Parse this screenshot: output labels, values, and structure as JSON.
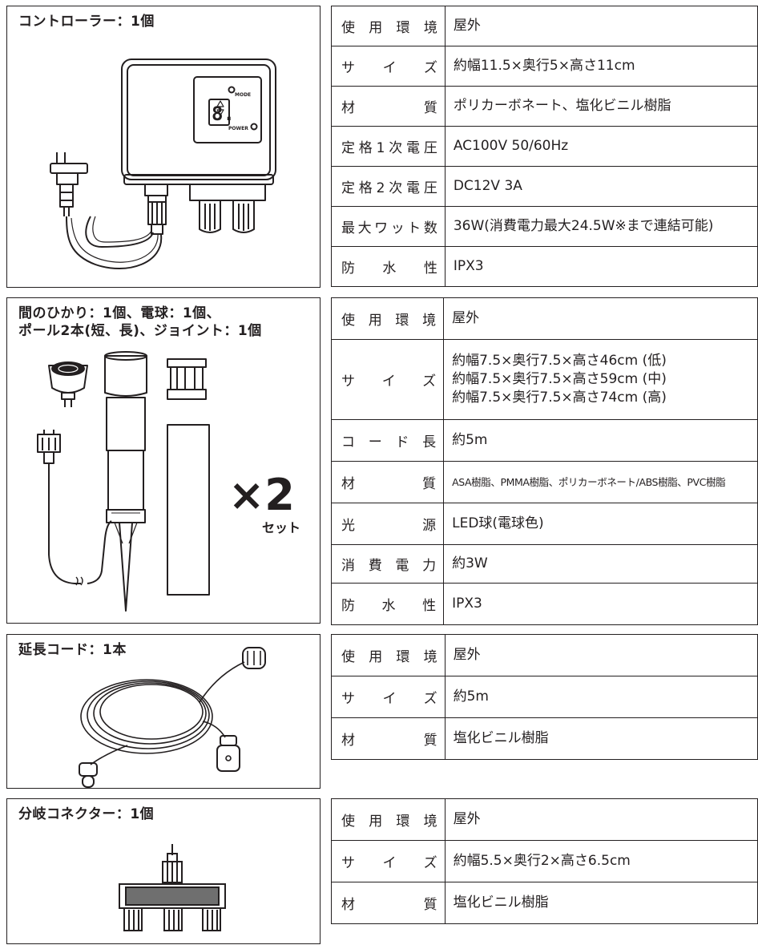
{
  "sections": [
    {
      "title": "コントローラー：1個",
      "specs": [
        {
          "label": "使用環境",
          "value": "屋外"
        },
        {
          "label": "サイズ",
          "value": "約幅11.5×奥行5×高さ11cm"
        },
        {
          "label": "材質",
          "value": "ポリカーボネート、塩化ビニル樹脂"
        },
        {
          "label": "定格1次電圧",
          "value": "AC100V 50/60Hz"
        },
        {
          "label": "定格2次電圧",
          "value": "DC12V 3A"
        },
        {
          "label": "最大ワット数",
          "value": "36W(消費電力最大24.5W※まで連結可能)"
        },
        {
          "label": "防水性",
          "value": "IPX3"
        }
      ],
      "device_labels": {
        "mode": "MODE",
        "power": "POWER",
        "digit": "8."
      }
    },
    {
      "title": "間のひかり：1個、電球：1個、\nポール2本(短、長)、ジョイント：1個",
      "multiplier": "×2",
      "multiplier_unit": "セット",
      "specs": [
        {
          "label": "使用環境",
          "value": "屋外"
        },
        {
          "label": "サイズ",
          "value": "約幅7.5×奥行7.5×高さ46cm (低)\n約幅7.5×奥行7.5×高さ59cm (中)\n約幅7.5×奥行7.5×高さ74cm (高)"
        },
        {
          "label": "コード長",
          "value": "約5m"
        },
        {
          "label": "材質",
          "value": "ASA樹脂、PMMA樹脂、ポリカーボネート/ABS樹脂、PVC樹脂"
        },
        {
          "label": "光源",
          "value": "LED球(電球色)"
        },
        {
          "label": "消費電力",
          "value": "約3W"
        },
        {
          "label": "防水性",
          "value": "IPX3"
        }
      ]
    },
    {
      "title": "延長コード：1本",
      "specs": [
        {
          "label": "使用環境",
          "value": "屋外"
        },
        {
          "label": "サイズ",
          "value": "約5m"
        },
        {
          "label": "材質",
          "value": "塩化ビニル樹脂"
        }
      ]
    },
    {
      "title": "分岐コネクター：1個",
      "specs": [
        {
          "label": "使用環境",
          "value": "屋外"
        },
        {
          "label": "サイズ",
          "value": "約幅5.5×奥行2×高さ6.5cm"
        },
        {
          "label": "材質",
          "value": "塩化ビニル樹脂"
        }
      ]
    }
  ]
}
